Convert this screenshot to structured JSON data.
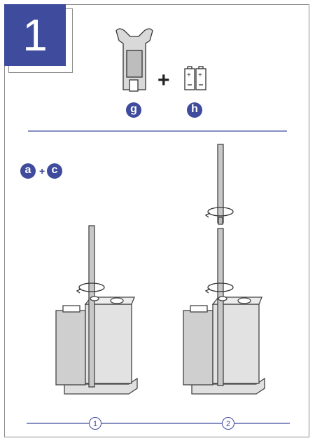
{
  "step": {
    "number": "1"
  },
  "parts": {
    "tool_label": "g",
    "batteries_label": "h",
    "plus_big": "+",
    "combo_a": "a",
    "combo_plus": "+",
    "combo_c": "c"
  },
  "substeps": [
    "1",
    "2"
  ],
  "colors": {
    "accent": "#3f4b9c",
    "line": "#4a4a4a",
    "fill": "#d9d9d9"
  }
}
